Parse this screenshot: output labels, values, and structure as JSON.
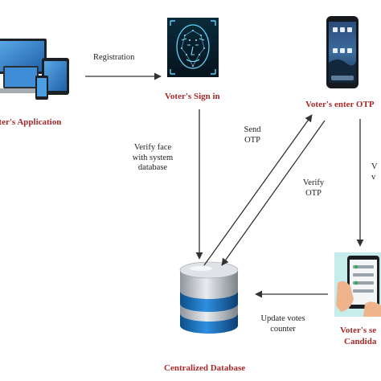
{
  "nodes": {
    "voter_application": {
      "label": "Voter's Application"
    },
    "voter_sign_in": {
      "label": "Voter's Sign in"
    },
    "voter_enter_otp": {
      "label": "Voter's enter OTP"
    },
    "centralized_database": {
      "label": "Centralized Database"
    },
    "voter_candidate": {
      "label_line1": "Voter's se",
      "label_line2": "Candida"
    }
  },
  "edges": {
    "registration": "Registration",
    "verify_face": "Verify face\nwith system\ndatabase",
    "send_otp": "Send\nOTP",
    "verify_otp": "Verify\nOTP",
    "update_votes": "Update votes\ncounter",
    "right_partial": "V\nv"
  },
  "colors": {
    "label_red": "#a82a2a",
    "arrow": "#333333"
  },
  "icons": [
    "devices-icon",
    "face-scan-icon",
    "smartphone-icon",
    "database-icon",
    "voting-phone-icon"
  ]
}
